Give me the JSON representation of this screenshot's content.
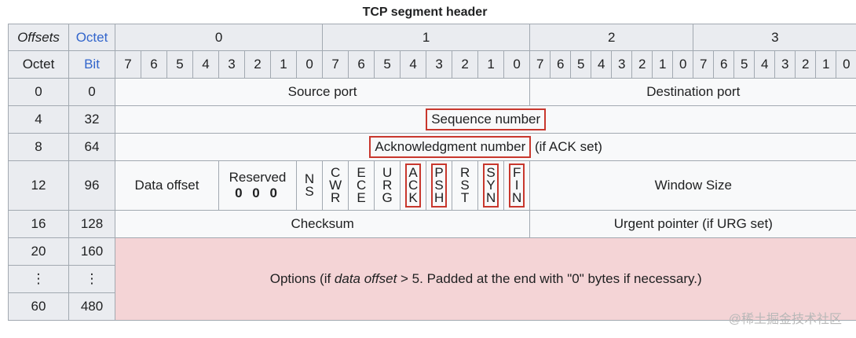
{
  "caption": "TCP segment header",
  "header": {
    "offsets": "Offsets",
    "octet_link": "Octet",
    "octet": "Octet",
    "bit_link": "Bit",
    "octet_numbers": [
      "0",
      "1",
      "2",
      "3"
    ],
    "bit_numbers": [
      "7",
      "6",
      "5",
      "4",
      "3",
      "2",
      "1",
      "0",
      "7",
      "6",
      "5",
      "4",
      "3",
      "2",
      "1",
      "0",
      "7",
      "6",
      "5",
      "4",
      "3",
      "2",
      "1",
      "0",
      "7",
      "6",
      "5",
      "4",
      "3",
      "2",
      "1",
      "0"
    ]
  },
  "rows": [
    {
      "octet": "0",
      "bit": "0"
    },
    {
      "octet": "4",
      "bit": "32"
    },
    {
      "octet": "8",
      "bit": "64"
    },
    {
      "octet": "12",
      "bit": "96"
    },
    {
      "octet": "16",
      "bit": "128"
    },
    {
      "octet": "20",
      "bit": "160"
    },
    {
      "octet": "⋮",
      "bit": "⋮"
    },
    {
      "octet": "60",
      "bit": "480"
    }
  ],
  "fields": {
    "source_port": "Source port",
    "destination_port": "Destination port",
    "sequence_number": "Sequence number",
    "ack_number": "Acknowledgment number",
    "ack_suffix": "(if ACK set)",
    "data_offset": "Data offset",
    "reserved": "Reserved",
    "reserved_bits": "0 0 0",
    "window_size": "Window Size",
    "checksum": "Checksum",
    "urgent_pointer": "Urgent pointer (if URG set)",
    "options_prefix": "Options (if ",
    "options_em": "data offset",
    "options_suffix": " > 5. Padded at the end with \"0\" bytes if necessary.)"
  },
  "flags": [
    {
      "letters": [
        "N",
        "S"
      ],
      "highlight": false
    },
    {
      "letters": [
        "C",
        "W",
        "R"
      ],
      "highlight": false
    },
    {
      "letters": [
        "E",
        "C",
        "E"
      ],
      "highlight": false
    },
    {
      "letters": [
        "U",
        "R",
        "G"
      ],
      "highlight": false
    },
    {
      "letters": [
        "A",
        "C",
        "K"
      ],
      "highlight": true
    },
    {
      "letters": [
        "P",
        "S",
        "H"
      ],
      "highlight": true
    },
    {
      "letters": [
        "R",
        "S",
        "T"
      ],
      "highlight": false
    },
    {
      "letters": [
        "S",
        "Y",
        "N"
      ],
      "highlight": true
    },
    {
      "letters": [
        "F",
        "I",
        "N"
      ],
      "highlight": true
    }
  ],
  "watermark": "@稀土掘金技术社区",
  "colors": {
    "highlight_border": "#c8372d",
    "options_background": "#f4d4d6",
    "link": "#3366cc"
  }
}
